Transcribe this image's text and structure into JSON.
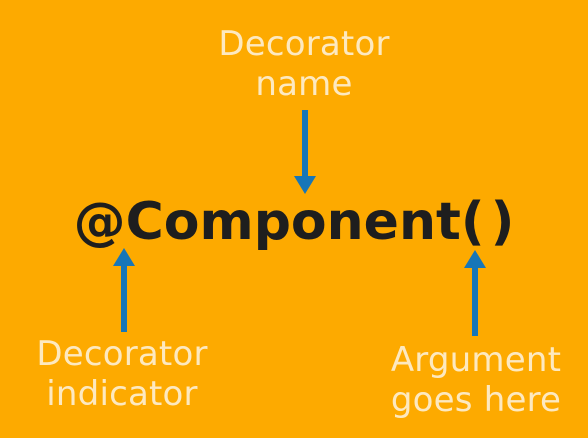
{
  "labels": {
    "decorator_name": [
      "Decorator",
      "name"
    ],
    "decorator_indicator": [
      "Decorator",
      "indicator"
    ],
    "argument": [
      "Argument",
      "goes here"
    ]
  },
  "code": {
    "at": "@",
    "name": "Component",
    "open_paren": "(",
    "close_paren": ")"
  },
  "colors": {
    "background": "#FDAA00",
    "label_text": "#FDE9C0",
    "code_text": "#1E1E1E",
    "arrow": "#1776B8"
  }
}
